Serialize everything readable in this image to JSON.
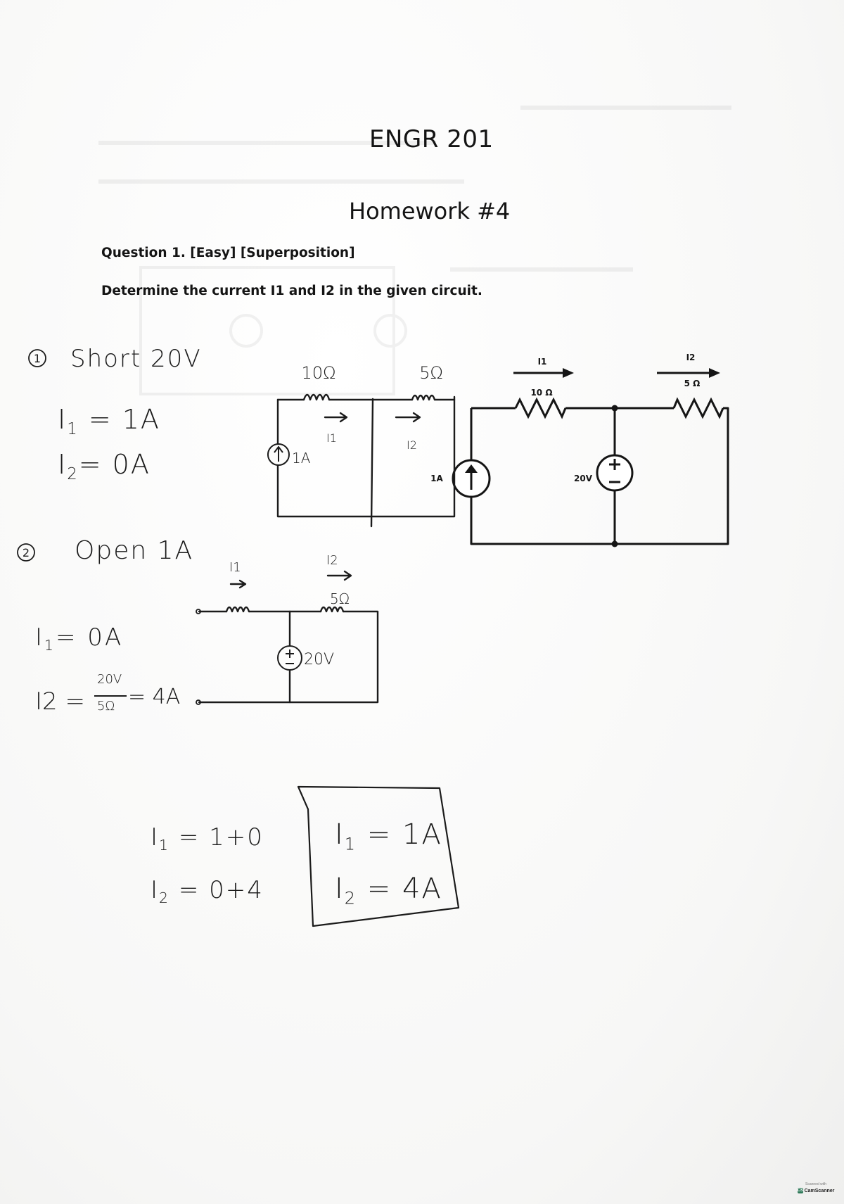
{
  "header": {
    "course": "ENGR 201",
    "assignment": "Homework #4"
  },
  "question": {
    "heading": "Question 1. [Easy] [Superposition]",
    "prompt": "Determine the current I1 and I2 in the given circuit."
  },
  "printed_circuit": {
    "current_label_1": "I1",
    "current_label_2": "I2",
    "resistor_1": "10 Ω",
    "resistor_2": "5 Ω",
    "current_source": "1A",
    "voltage_source": "20V"
  },
  "step1": {
    "number": "1",
    "title": "Short 20V",
    "i1": {
      "sym": "I",
      "sub": "1",
      "rest": " = 1A"
    },
    "i2": {
      "sym": "I",
      "sub": "2",
      "rest": "= 0A"
    },
    "sketch": {
      "resistor_1": "10Ω",
      "resistor_2": "5Ω",
      "source": "1A",
      "current_1": "I1",
      "current_2": "I2"
    }
  },
  "step2": {
    "number": "2",
    "title": "Open 1A",
    "i1": {
      "sym": "I",
      "sub": "1",
      "rest": "= 0A"
    },
    "i2_lhs": "I2 =",
    "i2_num": "20V",
    "i2_den": "5Ω",
    "i2_rhs": "= 4A",
    "sketch": {
      "resistor_2": "5Ω",
      "source": "20V",
      "source_sign": "+",
      "current_1": "I1",
      "current_2": "I2"
    }
  },
  "summary": {
    "i1": {
      "sym": "I",
      "sub": "1",
      "rest": " = 1+0"
    },
    "i2": {
      "sym": "I",
      "sub": "2",
      "rest": " = 0+4"
    }
  },
  "final_answer": {
    "i1": {
      "sym": "I",
      "sub": "1",
      "rest": " = 1A"
    },
    "i2": {
      "sym": "I",
      "sub": "2",
      "rest": " = 4A"
    }
  },
  "scanner_badge": {
    "top": "Scanned with",
    "logo": "CS",
    "name": "CamScanner"
  }
}
